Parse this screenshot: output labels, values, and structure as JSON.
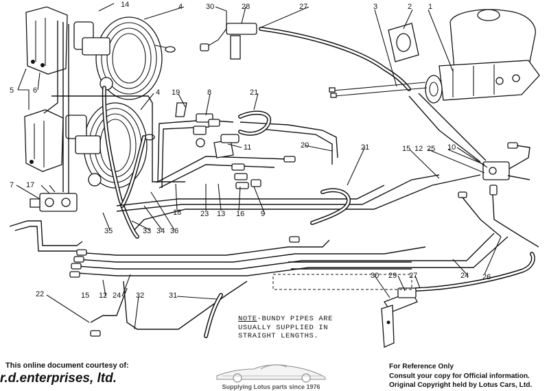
{
  "callouts": {
    "c1": "1",
    "c2": "2",
    "c3": "3",
    "c4a": "4",
    "c4b": "4",
    "c5": "5",
    "c6": "6",
    "c7": "7",
    "c8": "8",
    "c9": "9",
    "c10": "10",
    "c11": "11",
    "c12a": "12",
    "c12b": "12",
    "c13": "13",
    "c14": "14",
    "c15a": "15",
    "c15b": "15",
    "c16": "16",
    "c17": "17",
    "c18": "18",
    "c19": "19",
    "c20": "20",
    "c21a": "21",
    "c21b": "21",
    "c22": "22",
    "c23": "23",
    "c24a": "24",
    "c24b": "24",
    "c25": "25",
    "c26": "26",
    "c27a": "27",
    "c27b": "27",
    "c28": "28",
    "c29": "29",
    "c30a": "30",
    "c30b": "30",
    "c31": "31",
    "c32": "32",
    "c33": "33",
    "c34": "34",
    "c35": "35",
    "c36": "36"
  },
  "note": {
    "label": "NOTE",
    "line1_rest": "-BUNDY PIPES ARE",
    "line2": "USUALLY SUPPLIED IN",
    "line3": "STRAIGHT LENGTHS."
  },
  "footer": {
    "courtesy": "This online document courtesy of:",
    "company": "r.d.enterprises, ltd.",
    "tagline": "Supplying Lotus parts since 1976",
    "reference": "For Reference Only",
    "consult": "Consult your copy for Official information.",
    "copyright": "Original Copyright held by Lotus Cars, Ltd."
  }
}
